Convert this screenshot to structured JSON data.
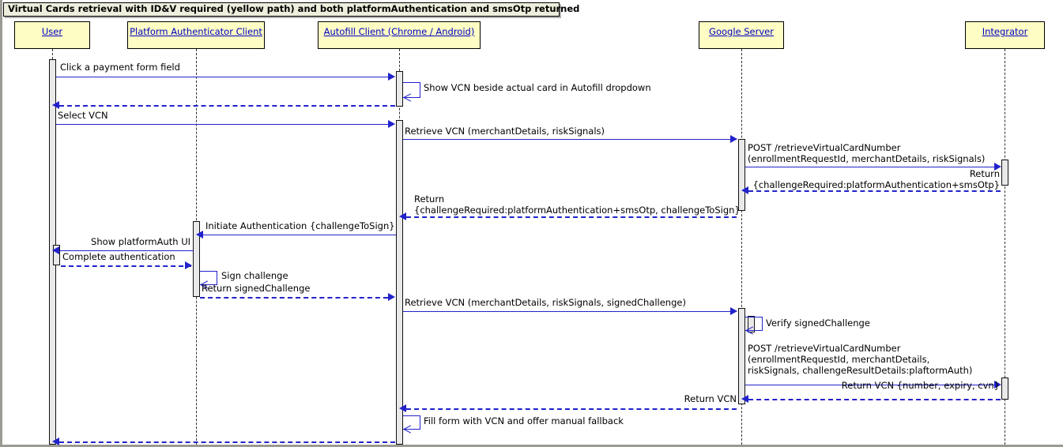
{
  "diagram": {
    "type": "uml-sequence-diagram",
    "title": "Virtual Cards retrieval with ID&V required (yellow path) and both platformAuthentication and smsOtp returned",
    "colors": {
      "actor_fill": "#fdfdc4",
      "actor_border": "#000000",
      "actor_text": "#0000c0",
      "arrow": "#2222cc",
      "title_fill": "#eeeedd",
      "activation_fill": "#e9e9e9",
      "frame": "#9b9b93"
    },
    "participants": [
      {
        "id": "user",
        "label": "User"
      },
      {
        "id": "platformAuth",
        "label": "Platform Authenticator Client"
      },
      {
        "id": "autofill",
        "label": "Autofill Client (Chrome / Android)"
      },
      {
        "id": "google",
        "label": "Google Server"
      },
      {
        "id": "integrator",
        "label": "Integrator"
      }
    ],
    "messages": [
      {
        "n": 1,
        "from": "user",
        "to": "autofill",
        "kind": "sync",
        "label": "Click a payment form field"
      },
      {
        "n": 2,
        "from": "autofill",
        "to": "autofill",
        "kind": "self",
        "label": "Show VCN beside actual card in Autofill dropdown"
      },
      {
        "n": 3,
        "from": "autofill",
        "to": "user",
        "kind": "return",
        "label": ""
      },
      {
        "n": 4,
        "from": "user",
        "to": "autofill",
        "kind": "sync",
        "label": "Select VCN"
      },
      {
        "n": 5,
        "from": "autofill",
        "to": "google",
        "kind": "sync",
        "label": "Retrieve VCN (merchantDetails, riskSignals)"
      },
      {
        "n": 6,
        "from": "google",
        "to": "integrator",
        "kind": "sync",
        "label": "POST /retrieveVirtualCardNumber\n(enrollmentRequestId, merchantDetails, riskSignals)"
      },
      {
        "n": 7,
        "from": "integrator",
        "to": "google",
        "kind": "return",
        "label": "Return\n{challengeRequired:platformAuthentication+smsOtp}"
      },
      {
        "n": 8,
        "from": "google",
        "to": "autofill",
        "kind": "return",
        "label": "Return\n{challengeRequired:platformAuthentication+smsOtp, challengeToSign}"
      },
      {
        "n": 9,
        "from": "autofill",
        "to": "platformAuth",
        "kind": "sync",
        "label": "Initiate Authentication {challengeToSign}"
      },
      {
        "n": 10,
        "from": "platformAuth",
        "to": "user",
        "kind": "sync",
        "label": "Show platformAuth UI"
      },
      {
        "n": 11,
        "from": "user",
        "to": "platformAuth",
        "kind": "return",
        "label": "Complete authentication"
      },
      {
        "n": 12,
        "from": "platformAuth",
        "to": "platformAuth",
        "kind": "self",
        "label": "Sign challenge"
      },
      {
        "n": 13,
        "from": "platformAuth",
        "to": "autofill",
        "kind": "return",
        "label": "Return signedChallenge"
      },
      {
        "n": 14,
        "from": "autofill",
        "to": "google",
        "kind": "sync",
        "label": "Retrieve VCN (merchantDetails, riskSignals, signedChallenge)"
      },
      {
        "n": 15,
        "from": "google",
        "to": "google",
        "kind": "self",
        "label": "Verify signedChallenge"
      },
      {
        "n": 16,
        "from": "google",
        "to": "integrator",
        "kind": "sync",
        "label": "POST /retrieveVirtualCardNumber\n(enrollmentRequestId, merchantDetails,\nriskSignals, challengeResultDetails:plaftormAuth)"
      },
      {
        "n": 17,
        "from": "integrator",
        "to": "google",
        "kind": "return",
        "label": "Return VCN {number, expiry, cvn}"
      },
      {
        "n": 18,
        "from": "google",
        "to": "autofill",
        "kind": "return",
        "label": "Return VCN"
      },
      {
        "n": 19,
        "from": "autofill",
        "to": "autofill",
        "kind": "self",
        "label": "Fill form with VCN and offer manual fallback"
      },
      {
        "n": 20,
        "from": "autofill",
        "to": "user",
        "kind": "return",
        "label": ""
      }
    ]
  }
}
